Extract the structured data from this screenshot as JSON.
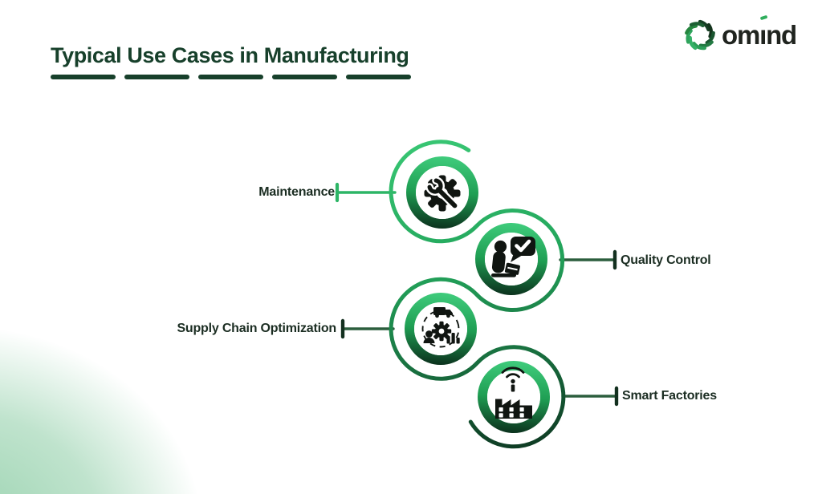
{
  "header": {
    "title": "Typical Use Cases in Manufacturing",
    "title_color": "#17402b",
    "underline_dash_count": 5
  },
  "brand": {
    "name": "omind",
    "part_before_i": "om",
    "dotless_i": "ı",
    "part_after_i": "nd",
    "logo_icon": "swirl-petals-icon",
    "accent_color": "#2fae5d",
    "text_color": "#20241f"
  },
  "diagram": {
    "items": [
      {
        "label": "Maintenance",
        "icon": "gear-wrench-icon",
        "side": "left"
      },
      {
        "label": "Quality Control",
        "icon": "person-chat-checkmark-icon",
        "side": "right"
      },
      {
        "label": "Supply Chain Optimization",
        "icon": "logistics-cycle-icon",
        "side": "left"
      },
      {
        "label": "Smart Factories",
        "icon": "factory-wifi-icon",
        "side": "right"
      }
    ],
    "colors": {
      "bright_green": "#2db566",
      "medium_green": "#1f9e53",
      "dark_green": "#0b2f1c",
      "connector_dark": "#2b5e3d",
      "tick_dark": "#13301f",
      "icon_black": "#101511",
      "corner_glow_green": "#58b67c"
    }
  }
}
